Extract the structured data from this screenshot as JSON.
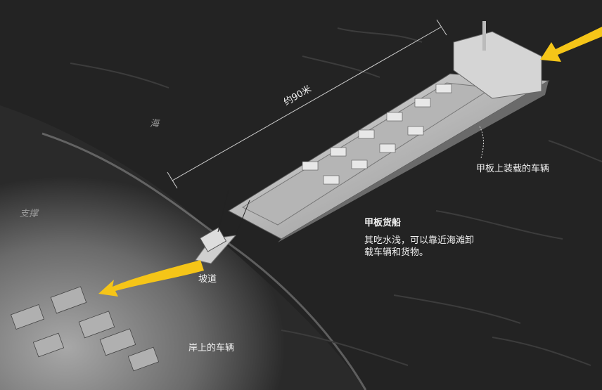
{
  "labels": {
    "length": "约90米",
    "sea": "海",
    "support": "支撑",
    "deck_vehicles": "甲板上装载的车辆",
    "ship_title": "甲板货船",
    "ship_desc": "其吃水浅，可以靠近海滩卸载车辆和货物。",
    "ramp": "坡道",
    "shore_vehicles": "岸上的车辆"
  },
  "colors": {
    "background": "#232323",
    "arrow": "#f5c518",
    "beach": "#8c8c8c"
  }
}
